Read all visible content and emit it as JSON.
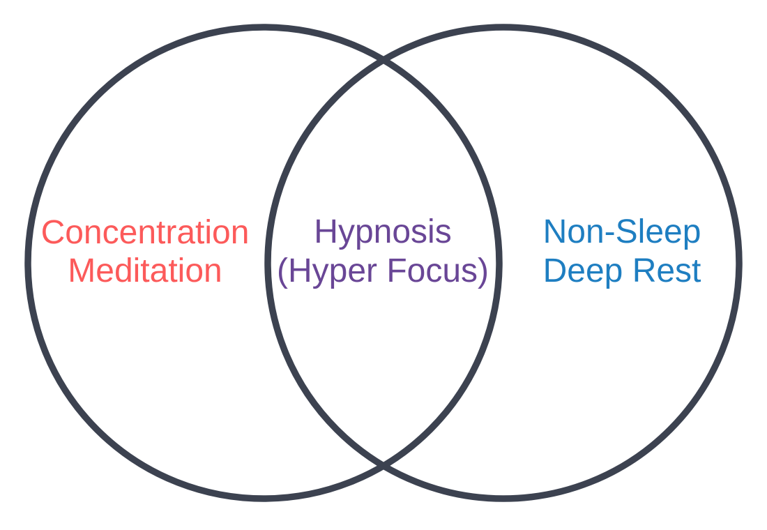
{
  "diagram": {
    "type": "venn-2-circle",
    "background_color": "#FFFFFF",
    "circle_stroke_color": "#3C4250",
    "left_set": {
      "line1": "Concentration",
      "line2": "Meditation",
      "text_color": "#FC5A5A"
    },
    "intersection_set": {
      "line1": "Hypnosis",
      "line2": "(Hyper Focus)",
      "text_color": "#694696"
    },
    "right_set": {
      "line1": "Non-Sleep",
      "line2": "Deep Rest",
      "text_color": "#1E7EC1"
    }
  }
}
